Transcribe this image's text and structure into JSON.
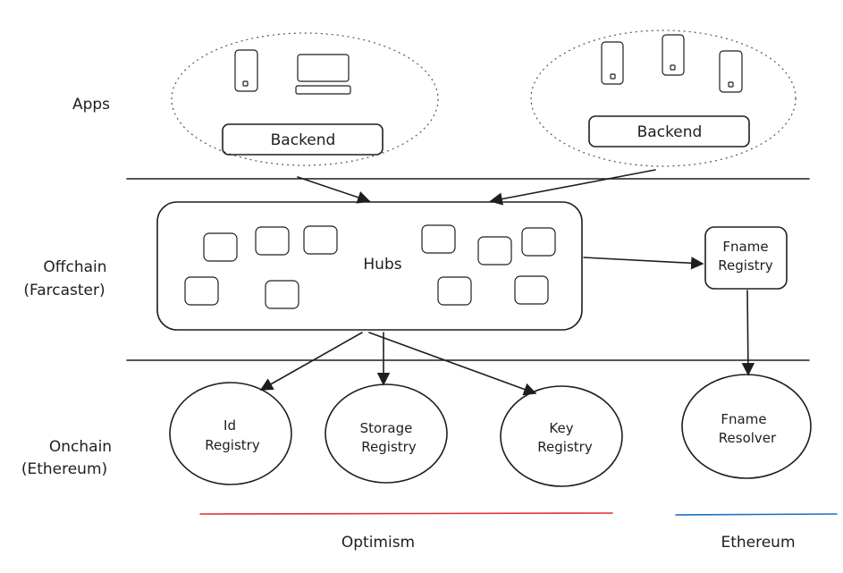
{
  "layers": {
    "apps": "Apps",
    "offchain": [
      "Offchain",
      "(Farcaster)"
    ],
    "onchain": [
      "Onchain",
      "(Ethereum)"
    ]
  },
  "nodes": {
    "backend_left": "Backend",
    "backend_right": "Backend",
    "hubs": "Hubs",
    "fname_registry": [
      "Fname",
      "Registry"
    ],
    "id_registry": [
      "Id",
      "Registry"
    ],
    "storage_registry": [
      "Storage",
      "Registry"
    ],
    "key_registry": [
      "Key",
      "Registry"
    ],
    "fname_resolver": [
      "Fname",
      "Resolver"
    ]
  },
  "chains": {
    "optimism": {
      "label": "Optimism",
      "color": "#e03131"
    },
    "ethereum": {
      "label": "Ethereum",
      "color": "#1971c2"
    }
  }
}
